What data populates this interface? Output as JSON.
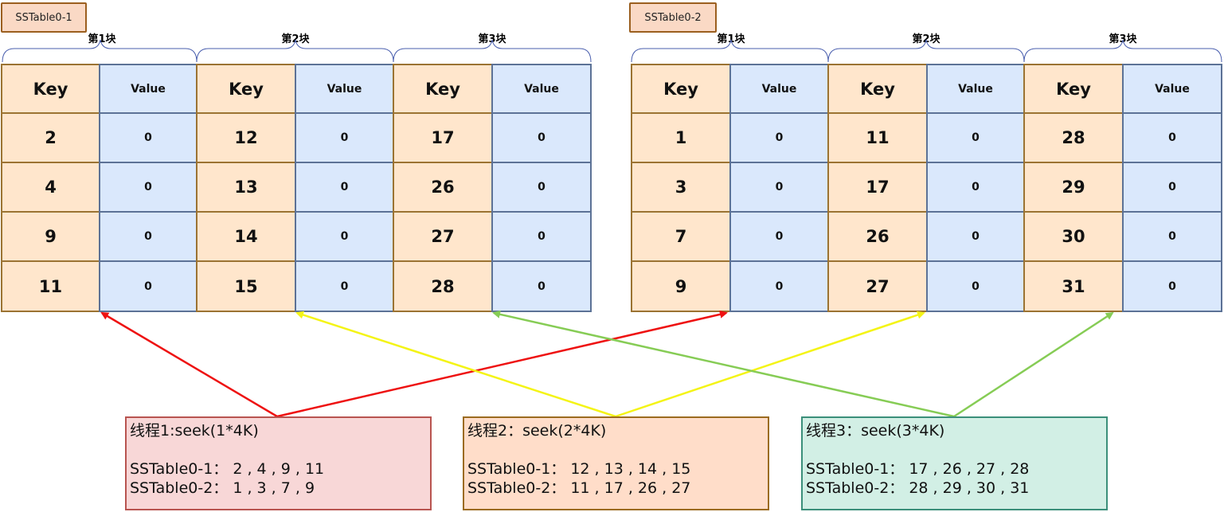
{
  "tables": [
    {
      "label": "SSTable0-1",
      "blocks": [
        "第1块",
        "第2块",
        "第3块"
      ],
      "header": {
        "key": "Key",
        "value": "Value"
      },
      "columns": [
        {
          "keys": [
            "2",
            "4",
            "9",
            "11"
          ],
          "values": [
            "0",
            "0",
            "0",
            "0"
          ]
        },
        {
          "keys": [
            "12",
            "13",
            "14",
            "15"
          ],
          "values": [
            "0",
            "0",
            "0",
            "0"
          ]
        },
        {
          "keys": [
            "17",
            "26",
            "27",
            "28"
          ],
          "values": [
            "0",
            "0",
            "0",
            "0"
          ]
        }
      ]
    },
    {
      "label": "SSTable0-2",
      "blocks": [
        "第1块",
        "第2块",
        "第3块"
      ],
      "header": {
        "key": "Key",
        "value": "Value"
      },
      "columns": [
        {
          "keys": [
            "1",
            "3",
            "7",
            "9"
          ],
          "values": [
            "0",
            "0",
            "0",
            "0"
          ]
        },
        {
          "keys": [
            "11",
            "17",
            "26",
            "27"
          ],
          "values": [
            "0",
            "0",
            "0",
            "0"
          ]
        },
        {
          "keys": [
            "28",
            "29",
            "30",
            "31"
          ],
          "values": [
            "0",
            "0",
            "0",
            "0"
          ]
        }
      ]
    }
  ],
  "threads": [
    {
      "title": "线程1:seek(1*4K)",
      "lines": [
        "SSTable0-1： 2 , 4 , 9 , 11",
        "SSTable0-2： 1 , 3 , 7 , 9"
      ],
      "fill": "#f8d7d7",
      "stroke": "#b85450",
      "arrow_color": "#ee1111"
    },
    {
      "title": "线程2：seek(2*4K)",
      "lines": [
        "SSTable0-1： 12 , 13 , 14 , 15",
        "SSTable0-2： 11 , 17 , 26 , 27"
      ],
      "fill": "#ffddc9",
      "stroke": "#9b6b1f",
      "arrow_color": "#f4f416"
    },
    {
      "title": "线程3：seek(3*4K)",
      "lines": [
        "SSTable0-1： 17 , 26 , 27 , 28",
        "SSTable0-2： 28 , 29 , 30 , 31"
      ],
      "fill": "#d2efe5",
      "stroke": "#3b8f7a",
      "arrow_color": "#86cc55"
    }
  ]
}
